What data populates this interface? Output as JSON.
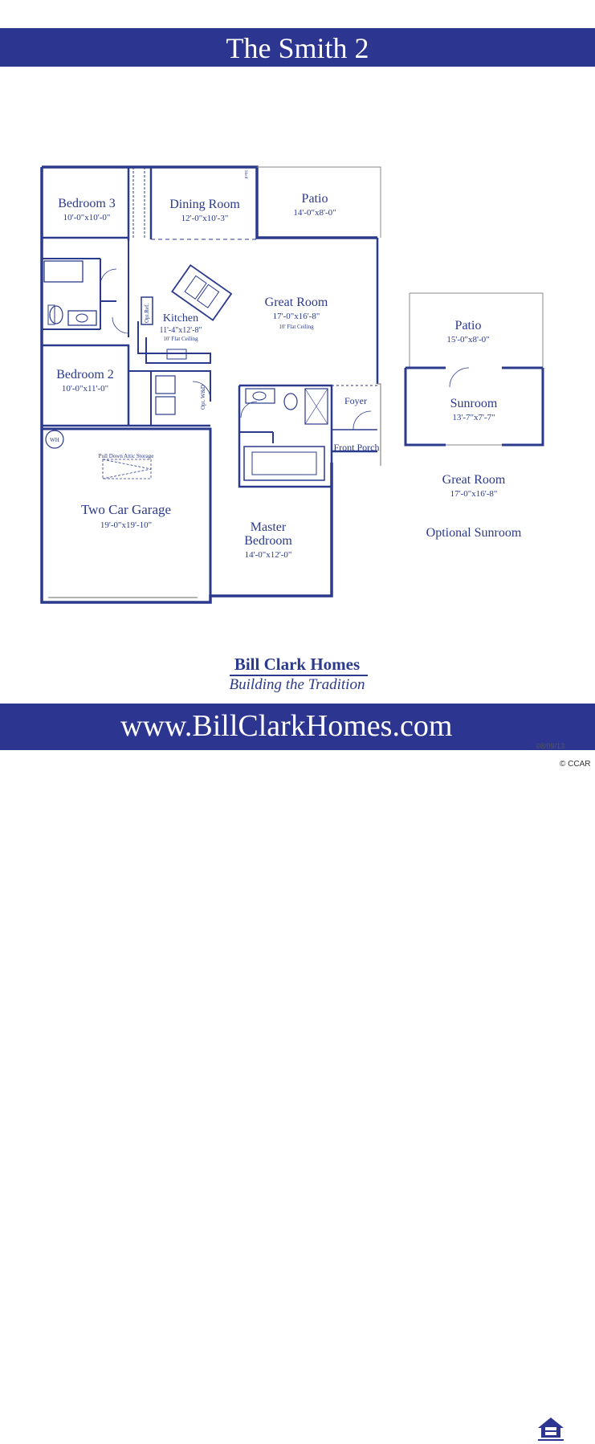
{
  "header": {
    "title": "The Smith 2"
  },
  "rooms": {
    "bedroom3": {
      "name": "Bedroom 3",
      "dims": "10'-0\"x10'-0\""
    },
    "dining": {
      "name": "Dining Room",
      "dims": "12'-0\"x10'-3\""
    },
    "patio": {
      "name": "Patio",
      "dims": "14'-0\"x8'-0\""
    },
    "great_room": {
      "name": "Great Room",
      "dims": "17'-0\"x16'-8\"",
      "note": "10' Flat Ceiling"
    },
    "kitchen": {
      "name": "Kitchen",
      "dims": "11'-4\"x12'-8\"",
      "note": "10' Flat Ceiling"
    },
    "bedroom2": {
      "name": "Bedroom 2",
      "dims": "10'-0\"x11'-0\""
    },
    "foyer": {
      "name": "Foyer"
    },
    "front_porch": {
      "name": "Front Porch"
    },
    "garage": {
      "name": "Two Car Garage",
      "dims": "19'-0\"x19'-10\""
    },
    "attic": {
      "name": "Pull Down Attic Storage"
    },
    "master": {
      "name": "Master",
      "name2": "Bedroom",
      "dims": "14'-0\"x12'-0\""
    },
    "wh": {
      "name": "WH"
    },
    "opt_ref": {
      "name": "Opt.Ref."
    },
    "opt_wd": {
      "name": "Opt. W&D"
    },
    "shelf": {
      "name": "Shelf"
    }
  },
  "optional": {
    "patio": {
      "name": "Patio",
      "dims": "15'-0\"x8'-0\""
    },
    "sunroom": {
      "name": "Sunroom",
      "dims": "13'-7\"x7'-7\""
    },
    "great_room": {
      "name": "Great Room",
      "dims": "17'-0\"x16'-8\""
    },
    "caption": "Optional Sunroom"
  },
  "brand": {
    "name": "Bill Clark Homes",
    "tagline": "Building the Tradition"
  },
  "footer": {
    "website": "www.BillClarkHomes.com",
    "date": "08/09/13",
    "credit": "© CCAR"
  },
  "colors": {
    "banner": "#2c3590",
    "ink": "#2b3a8c"
  }
}
